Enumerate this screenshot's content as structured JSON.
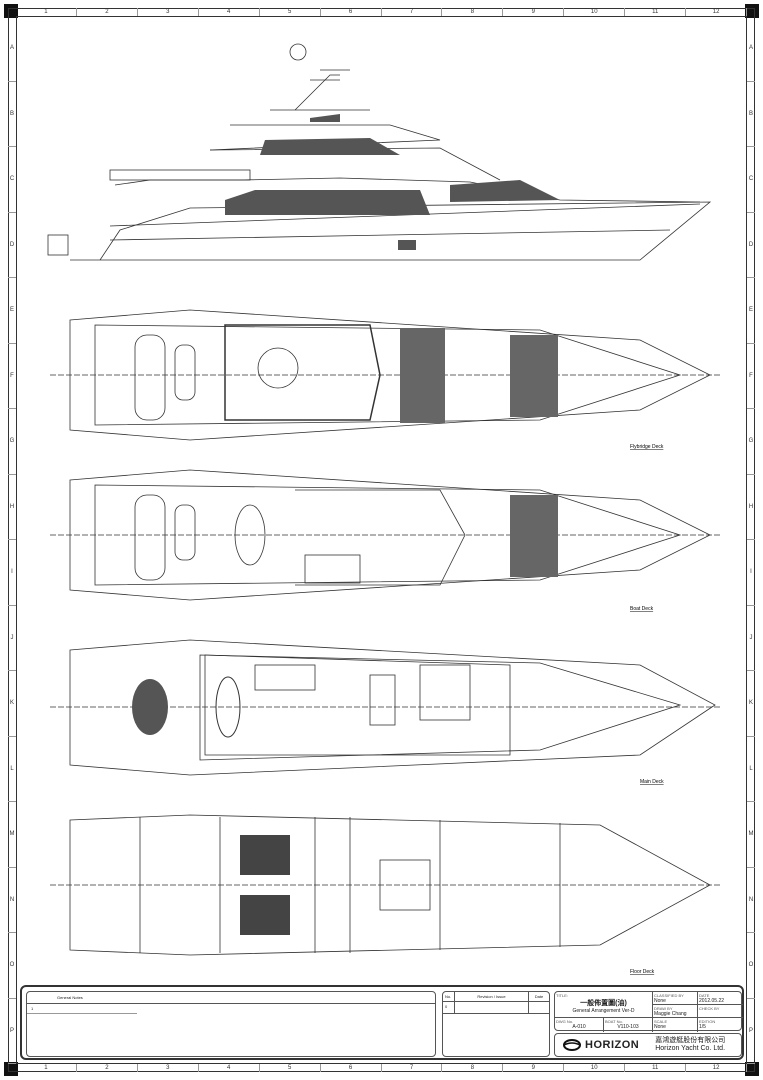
{
  "sheet": {
    "columns": [
      "1",
      "2",
      "3",
      "4",
      "5",
      "6",
      "7",
      "8",
      "9",
      "10",
      "11",
      "12"
    ],
    "rows": [
      "A",
      "B",
      "C",
      "D",
      "E",
      "F",
      "G",
      "H",
      "I",
      "J",
      "K",
      "L",
      "M",
      "N",
      "O",
      "P"
    ]
  },
  "views": [
    {
      "name": "Profile",
      "label": ""
    },
    {
      "name": "Flybridge Deck",
      "label": "Flybridge Deck"
    },
    {
      "name": "Boat Deck",
      "label": "Boat Deck"
    },
    {
      "name": "Main Deck",
      "label": "Main Deck"
    },
    {
      "name": "Lower Deck",
      "label": "Floor Deck"
    }
  ],
  "title_block": {
    "notes_header": "General Notes",
    "notes_item": "1",
    "revision": {
      "no_header": "No.",
      "desc_header": "Revision / Issue",
      "date_header": "Date",
      "no": "0"
    },
    "title_label": "TITLE:",
    "title_cn": "一般佈置圖(油)",
    "title_en": "General Arrangement Ver-D",
    "drawn_by_label": "CLASSIFIED BY",
    "drawn_by": "None",
    "date_label": "DATE",
    "date": "2012.05.22",
    "design_label": "DRAW BY",
    "design": "Maggie Chang",
    "checked_label": "CHECK BY",
    "checked": "",
    "dwg_no_label": "DWG No.",
    "dwg_no": "A-010",
    "boat_no_label": "BOAT No.",
    "boat_no": "V110-103",
    "scale_label": "SCALE",
    "scale": "None",
    "edition_label": "EDITION",
    "edition": "1/5",
    "company_logo": "HORIZON",
    "company_cn": "嘉鴻遊艇股份有限公司",
    "company_en": "Horizon Yacht Co. Ltd."
  }
}
